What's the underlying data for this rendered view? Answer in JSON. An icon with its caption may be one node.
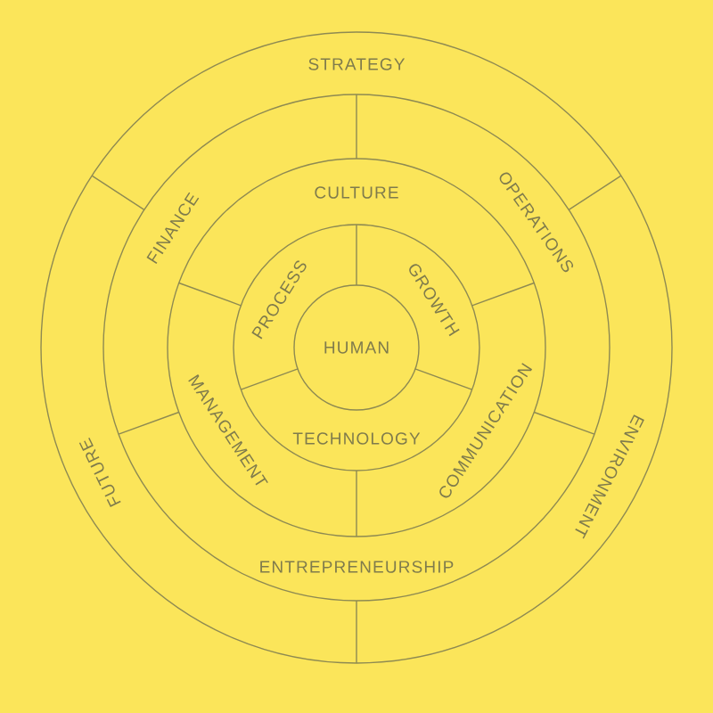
{
  "diagram": {
    "nodes": [
      {
        "text": [
          "STRATEGY"
        ]
      },
      {
        "text": [
          "CULTURE"
        ]
      },
      {
        "text": [
          "OPERATIONS"
        ]
      },
      {
        "text": [
          "FINANCE"
        ]
      },
      {
        "text": [
          "GROWTH"
        ]
      },
      {
        "text": [
          "PROCESS"
        ]
      },
      {
        "text": [
          "HUMAN"
        ]
      },
      {
        "text": [
          "MANAGEMENT"
        ]
      },
      {
        "text": [
          "TECHNOLOGY"
        ]
      },
      {
        "text": [
          "COMMUNICATION"
        ]
      },
      {
        "text": [
          "FUTURE"
        ]
      },
      {
        "text": [
          "ENVIRONMENT"
        ]
      },
      {
        "text": [
          "ENTREPRENEURSHIP"
        ]
      }
    ]
  }
}
